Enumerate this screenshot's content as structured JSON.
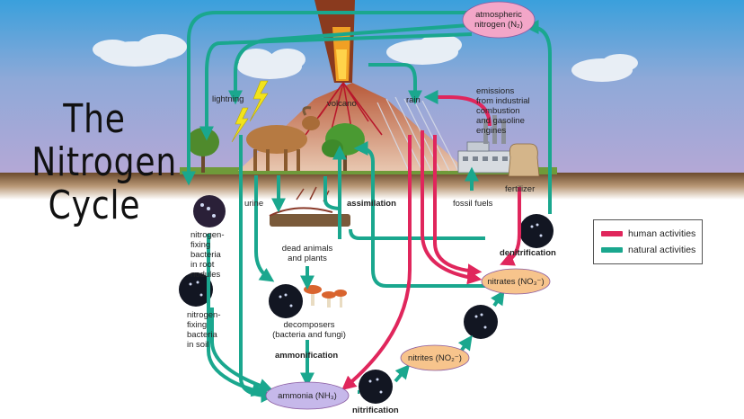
{
  "title": {
    "line1": "The",
    "line2": "Nitrogen",
    "line3": "Cycle"
  },
  "colors": {
    "human": "#e0265c",
    "natural": "#1aa78e",
    "bubble_pink": "#f3a6c8",
    "bubble_orange": "#f7c48c",
    "bubble_blue": "#c6b8ea"
  },
  "bubbles": {
    "atmospheric": "atmospheric\nnitrogen (N₂)",
    "nitrates": "nitrates (NO₃⁻)",
    "nitrites": "nitrites (NO₂⁻)",
    "ammonia": "ammonia (NH₃)"
  },
  "labels": {
    "lightning": "lightning",
    "volcano": "volcano",
    "rain": "rain",
    "emissions": "emissions\nfrom industrial\ncombustion\nand gasoline\nengines",
    "urine": "urine",
    "assimilation": "assimilation",
    "fossil_fuels": "fossil fuels",
    "fertilizer": "fertilizer",
    "denitrification": "denitrification",
    "root_bacteria": "nitrogen-\nfixing\nbacteria\nin root\nnodules",
    "dead": "dead animals\nand plants",
    "soil_bacteria": "nitrogen-\nfixing\nbacteria\nin soil",
    "decomposers": "decomposers\n(bacteria and fungi)",
    "ammonification": "ammonification",
    "nitrification": "nitrification"
  },
  "legend": {
    "human": "human activities",
    "natural": "natural activities"
  }
}
